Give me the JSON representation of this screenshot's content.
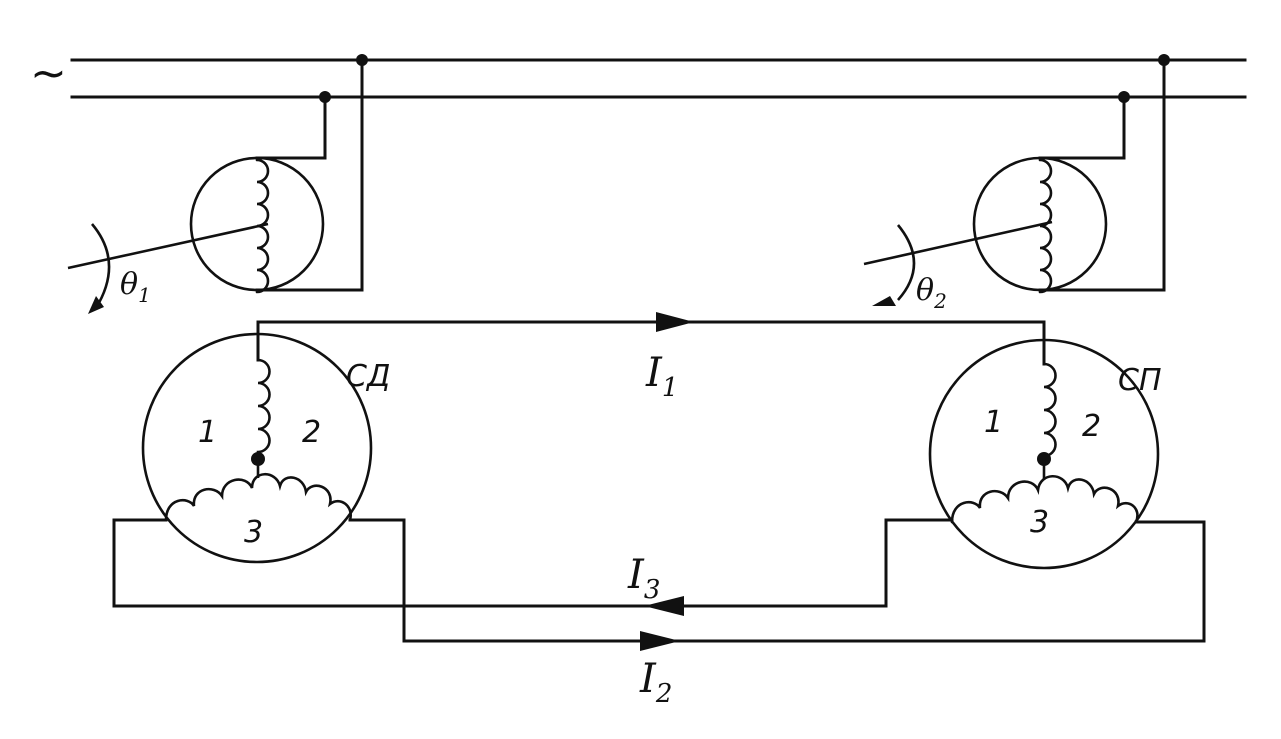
{
  "supply": {
    "symbol": "~"
  },
  "angles": {
    "left": "θ",
    "left_sub": "1",
    "right": "θ",
    "right_sub": "2"
  },
  "machines": {
    "left_name": "СД",
    "right_name": "СП",
    "winding_1": "1",
    "winding_2": "2",
    "winding_3": "3"
  },
  "currents": {
    "i1": "I",
    "i1_sub": "1",
    "i2": "I",
    "i2_sub": "2",
    "i3": "I",
    "i3_sub": "3"
  }
}
